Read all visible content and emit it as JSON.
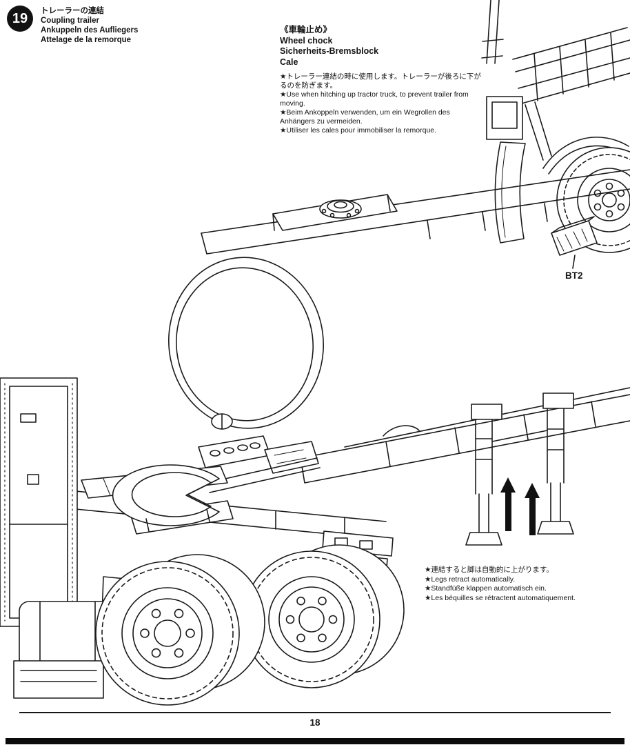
{
  "colors": {
    "ink": "#1a1a1a",
    "paper": "#ffffff"
  },
  "page_number": "18",
  "step": {
    "number": "19",
    "titles": [
      "トレーラーの連結",
      "Coupling trailer",
      "Ankuppeln des Aufliegers",
      "Attelage de la remorque"
    ]
  },
  "wheel_chock": {
    "headings": [
      "《車輪止め》",
      "Wheel chock",
      "Sicherheits-Bremsblock",
      "Cale"
    ],
    "notes": [
      "★トレーラー連結の時に使用します。トレーラーが後ろに下がるのを防ぎます。",
      "★Use when hitching up tractor truck, to prevent trailer from moving.",
      "★Beim Ankoppeln verwenden, um ein Wegrollen des Anhängers zu vermeiden.",
      "★Utiliser les cales pour immobiliser la remorque."
    ]
  },
  "part_label": "BT2",
  "legs_notes": [
    "★連結すると脚は自動的に上がります。",
    "★Legs retract automatically.",
    "★Standfüße klappen automatisch ein.",
    "★Les béquilles se rétractent automatiquement."
  ]
}
